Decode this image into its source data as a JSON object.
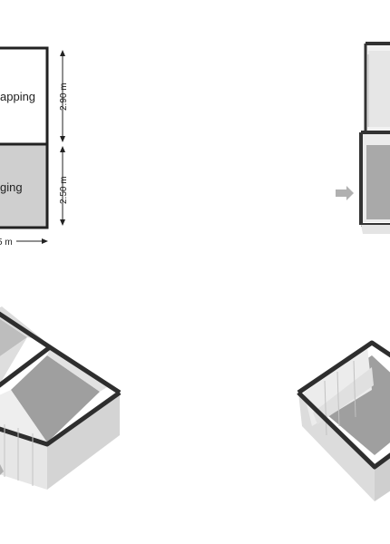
{
  "floorplan": {
    "rooms": [
      {
        "label": "apping"
      },
      {
        "label": "ging"
      }
    ],
    "dimensions": {
      "top_room_height": "2.90 m",
      "bottom_room_height": "2.50 m",
      "width": "5 m"
    }
  },
  "views": [
    {
      "name": "3d-top-right"
    },
    {
      "name": "3d-bottom-left"
    },
    {
      "name": "3d-bottom-right"
    }
  ],
  "colors": {
    "wall": "#333333",
    "floor": "#b3b3b3",
    "floor_dark": "#9a9a9a",
    "wall_face": "#e8e8e8",
    "wall_face_dark": "#d5d5d5",
    "arrow": "#b0b0b0"
  }
}
